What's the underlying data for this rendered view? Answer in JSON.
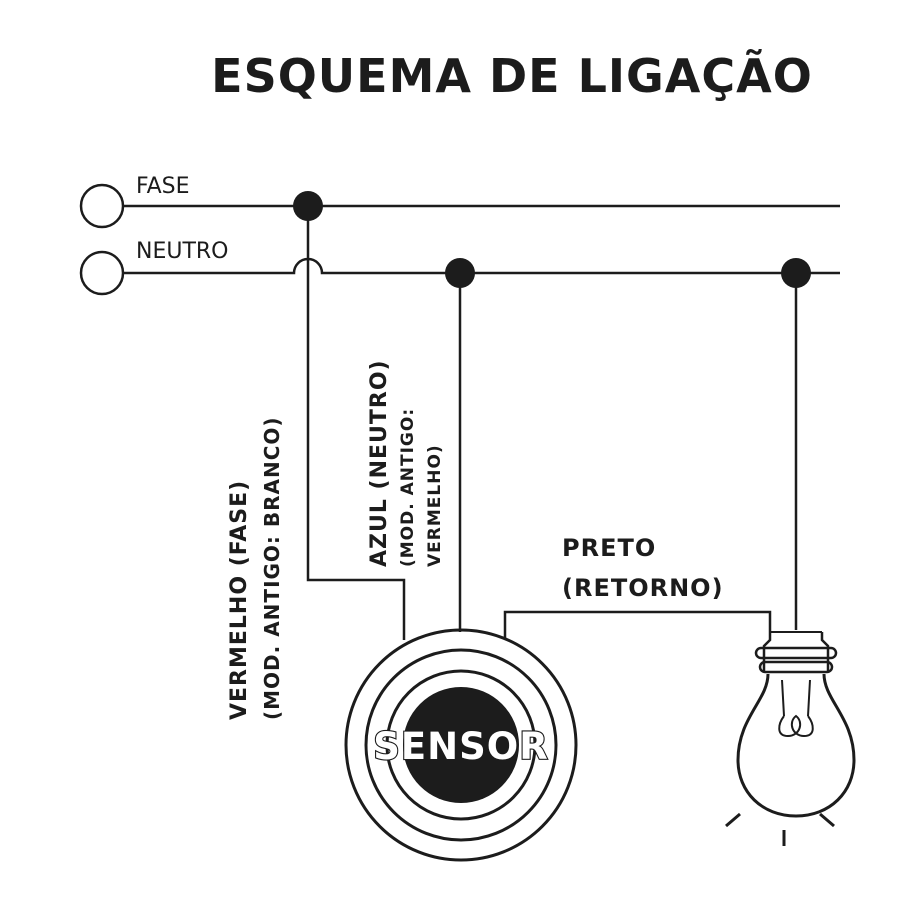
{
  "title": "ESQUEMA DE LIGAÇÃO",
  "terminals": {
    "fase_label": "FASE",
    "neutro_label": "NEUTRO"
  },
  "wires": {
    "red_label": "VERMELHO (FASE)",
    "red_sub": "(MOD. ANTIGO: BRANCO)",
    "blue_label": "AZUL (NEUTRO)",
    "blue_sub_1": "(MOD. ANTIGO:",
    "blue_sub_2": "VERMELHO)",
    "black_label_1": "PRETO",
    "black_label_2": "(RETORNO)"
  },
  "sensor": {
    "label": "SENSOR"
  },
  "colors": {
    "line": "#1c1c1c",
    "background": "#ffffff"
  }
}
